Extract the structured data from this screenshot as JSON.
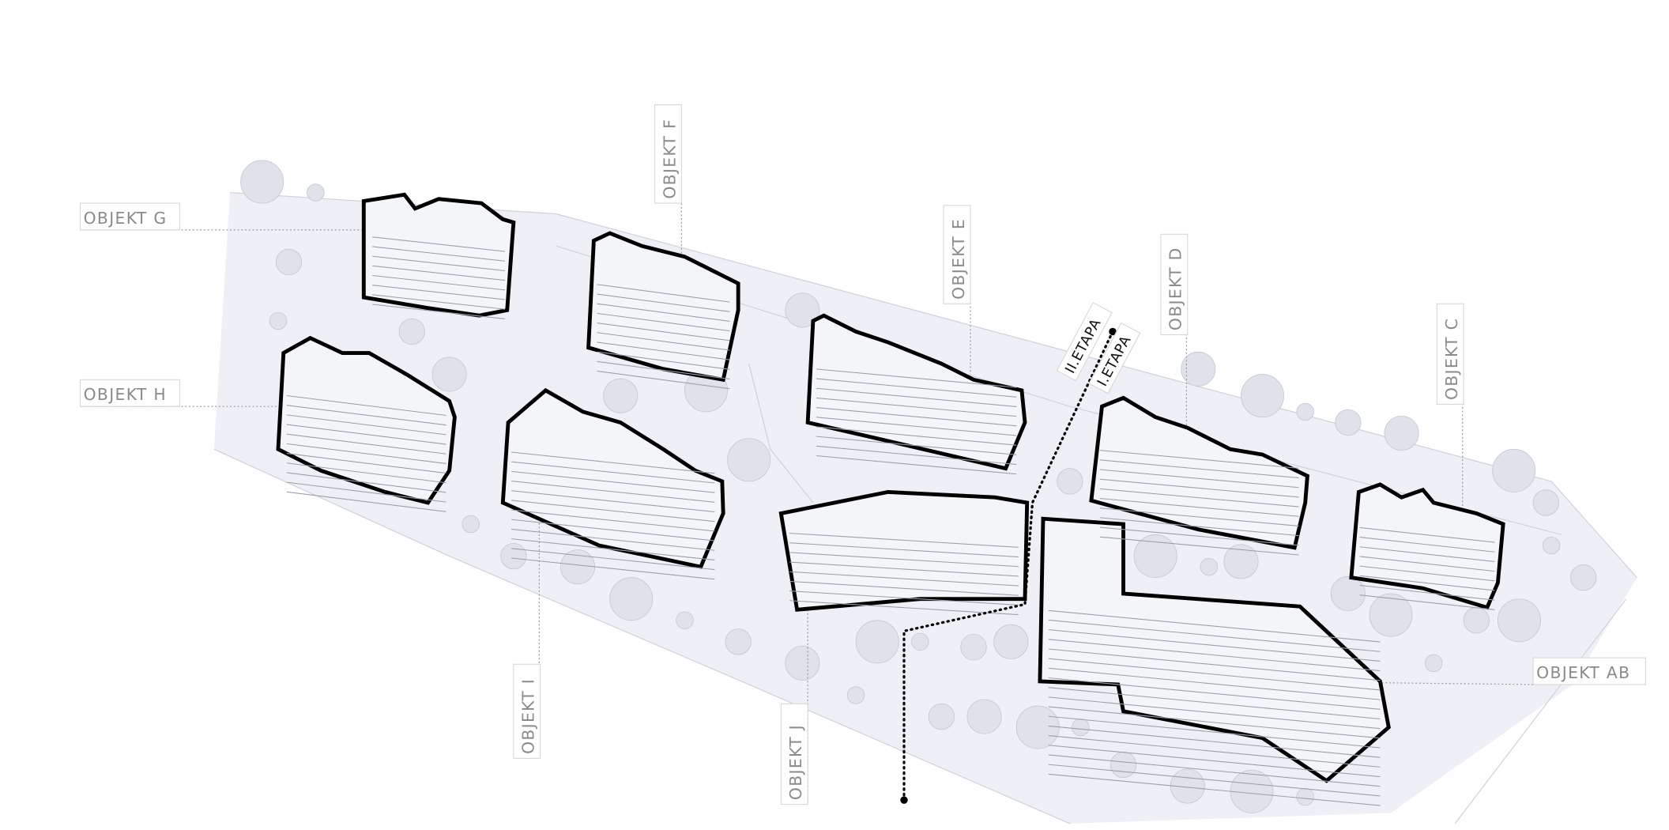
{
  "buildings": [
    {
      "id": "G",
      "label": "OBJEKT  G"
    },
    {
      "id": "F",
      "label": "OBJEKT  F"
    },
    {
      "id": "E",
      "label": "OBJEKT  E"
    },
    {
      "id": "D",
      "label": "OBJEKT  D"
    },
    {
      "id": "C",
      "label": "OBJEKT  C"
    },
    {
      "id": "H",
      "label": "OBJEKT  H"
    },
    {
      "id": "I",
      "label": "OBJEKT  I"
    },
    {
      "id": "J",
      "label": "OBJEKT  J"
    },
    {
      "id": "AB",
      "label": "OBJEKT  AB"
    }
  ],
  "stages": {
    "stage_2": "II.ETAPA",
    "stage_1": "I.ETAPA"
  },
  "colors": {
    "outline": "#000000",
    "label_text": "#8a8a8a",
    "background": "#ffffff"
  }
}
